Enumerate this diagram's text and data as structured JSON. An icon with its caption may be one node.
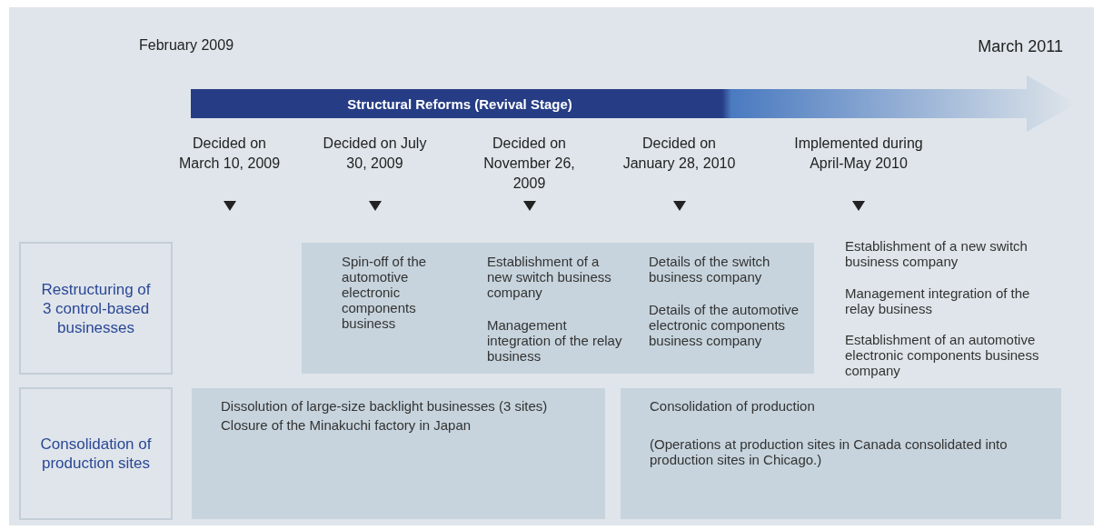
{
  "diagram": {
    "nodes": [
      {
        "text": [
          "Structural Reforms (Revival Stage)"
        ]
      },
      {
        "text": [
          "Restructuring of 3 control-based businesses"
        ]
      },
      {
        "text": [
          "Consolidation of production sites"
        ]
      },
      {
        "text": [
          "Spin-off of the automotive electronic components business",
          "Establishment of a new switch business company",
          "Management integration of the relay business",
          "Details of the switch business company",
          "Details of the automotive electronic components business company"
        ]
      },
      {
        "text": [
          "Dissolution of large-size backlight businesses (3 sites)",
          "Closure of the Minakuchi factory in Japan"
        ]
      },
      {
        "text": [
          "Consolidation of production",
          "(Operations at production sites in Canada consolidated into production sites in Chicago.)"
        ]
      }
    ],
    "labels": [
      "February 2009",
      "March 2011",
      "Decided on March 10, 2009",
      "Decided on July 30, 2009",
      "Decided on November 26, 2009",
      "Decided on January 28, 2010",
      "Implemented during April-May 2010",
      "Establishment of a new switch business company",
      "Management integration of the relay business",
      "Establishment of an automotive electronic components business company"
    ]
  }
}
